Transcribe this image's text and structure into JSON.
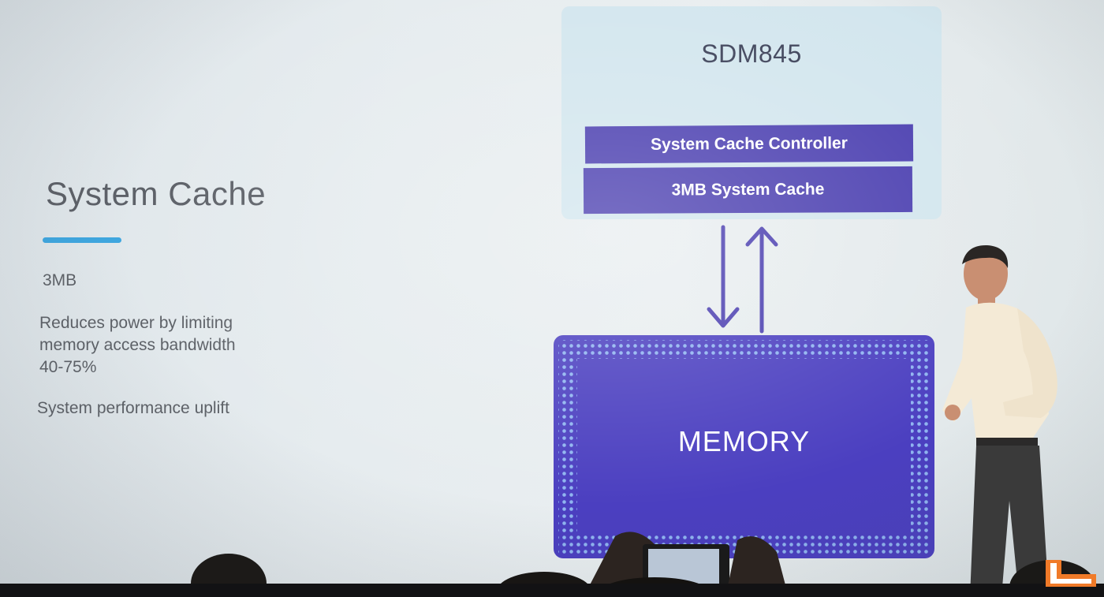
{
  "slide": {
    "title": "System Cache",
    "bullets": [
      "3MB",
      "Reduces power by limiting memory access bandwidth 40-75%",
      "System performance uplift"
    ]
  },
  "diagram": {
    "soc_label": "SDM845",
    "controller_label": "System Cache Controller",
    "cache_label": "3MB System Cache",
    "memory_label": "MEMORY"
  },
  "colors": {
    "accent": "#3fa7e0",
    "strip": "#4b3fb0",
    "memory": "#4b3fc0",
    "soc_panel": "#d3e6ee",
    "text_gray": "#5e6268"
  },
  "icons": [
    "arrow-down-icon",
    "arrow-up-icon",
    "site-logo-icon"
  ]
}
